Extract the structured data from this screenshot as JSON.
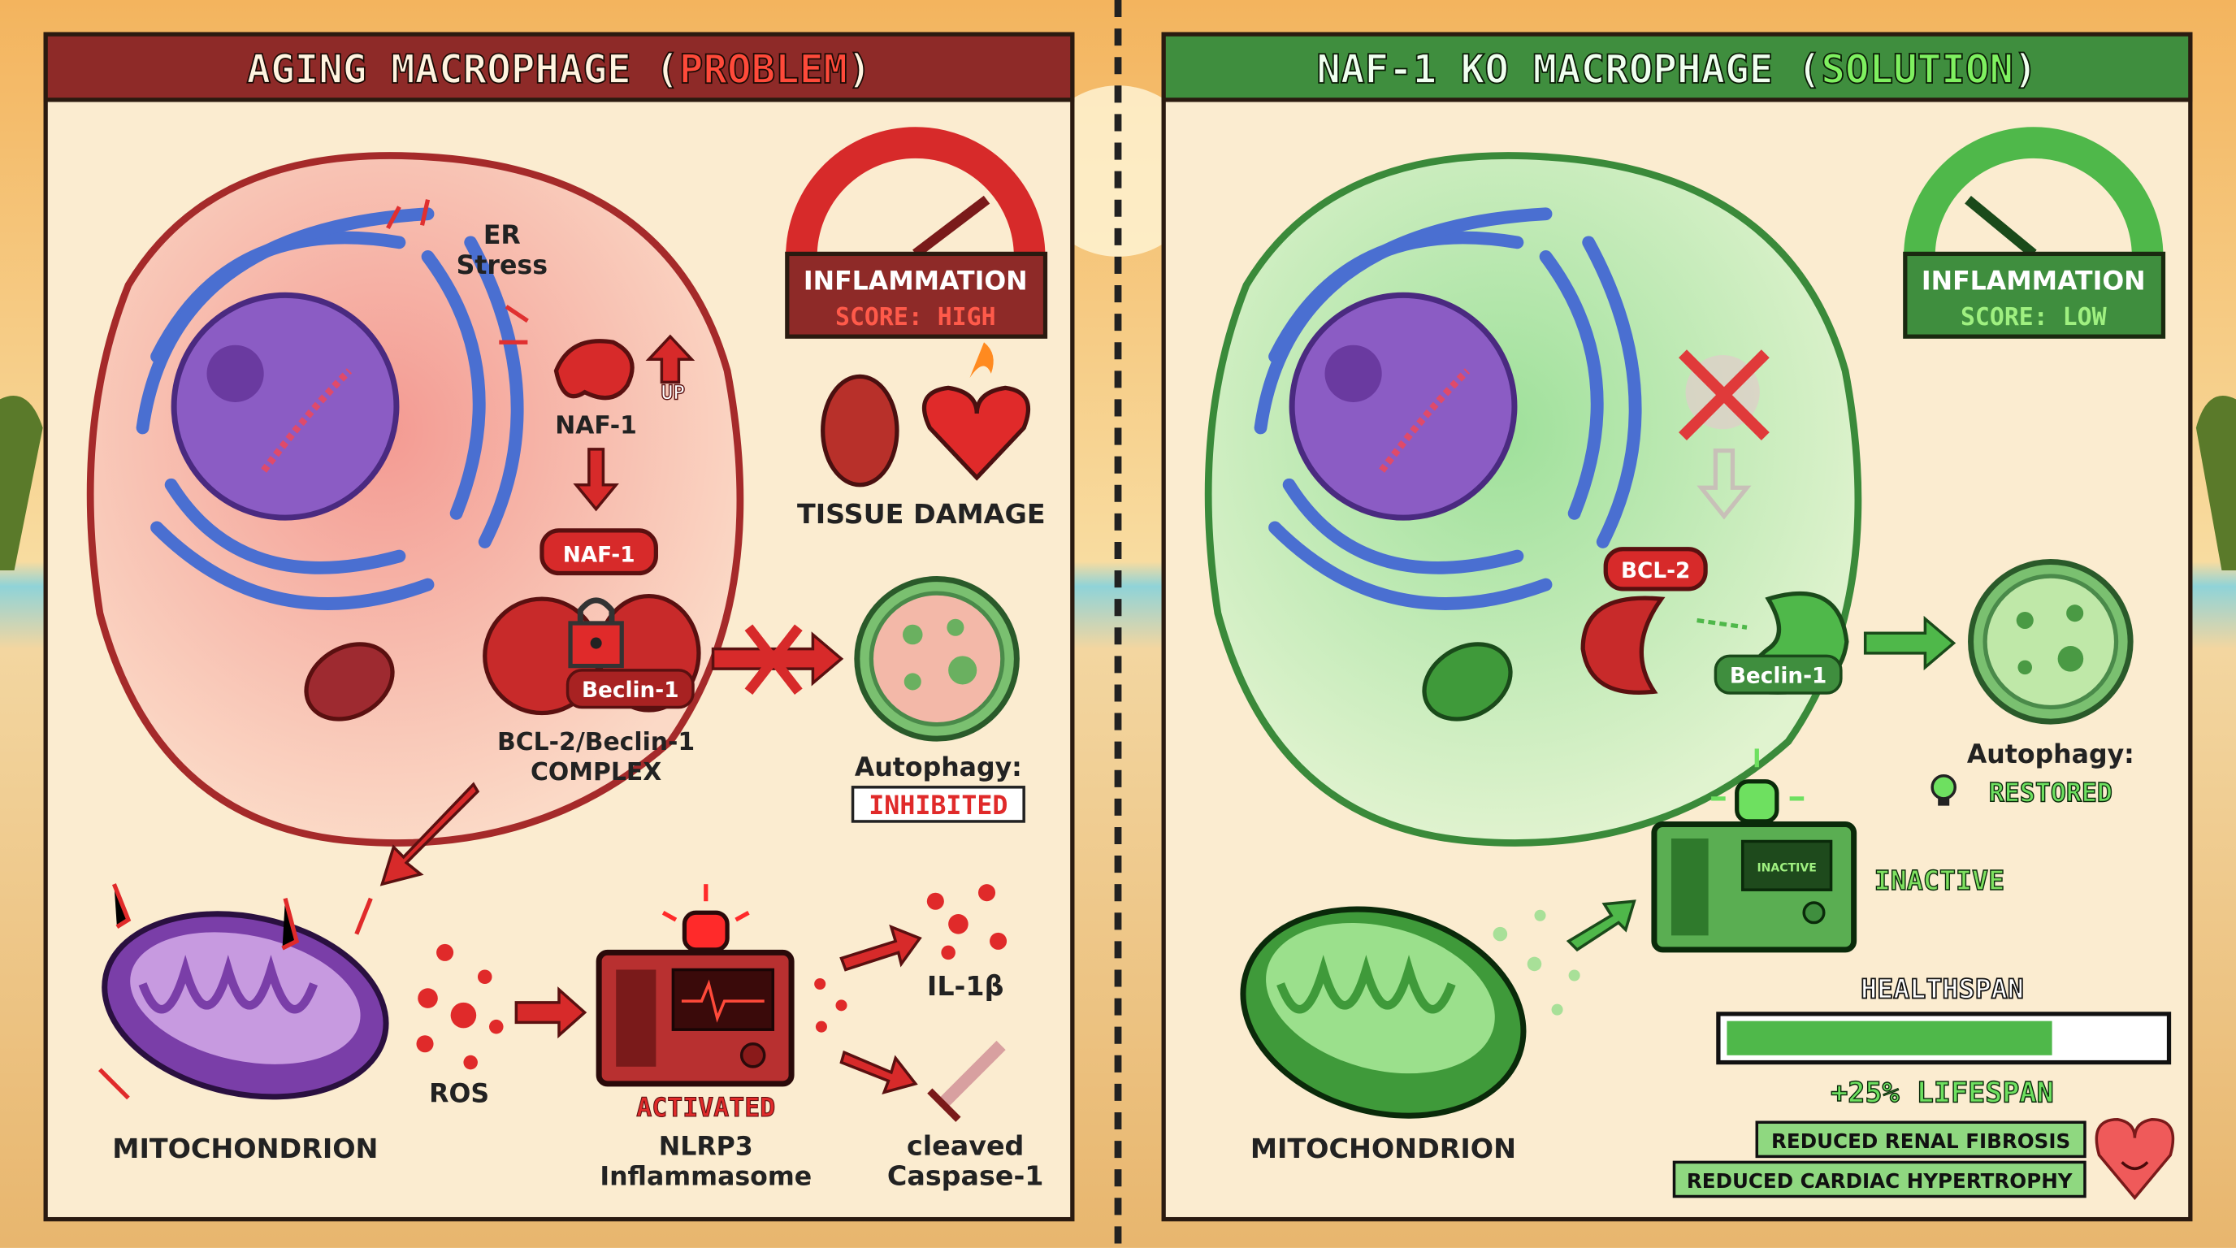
{
  "colors": {
    "problem_red": "#c8262a",
    "header_red": "#8e2a28",
    "solution_green": "#4fb84a",
    "header_green": "#3f8e3e",
    "panel_bg": "#fbecd0",
    "nucleus_purple": "#8b5cc4",
    "er_blue": "#4a6fd1"
  },
  "left": {
    "title_prefix": "AGING MACROPHAGE (",
    "title_highlight": "PROBLEM",
    "title_suffix": ")",
    "er_stress": [
      "ER",
      "Stress"
    ],
    "naf1_up": "UP",
    "naf1_label": "NAF-1",
    "complex_naf1_tag": "NAF-1",
    "complex_beclin_tag": "Beclin-1",
    "complex_label": [
      "BCL-2/Beclin-1",
      "COMPLEX"
    ],
    "gauge": {
      "line1": "INFLAMMATION",
      "line2": "SCORE: HIGH",
      "level": "high"
    },
    "tissue_damage": "TISSUE DAMAGE",
    "autophagy_label": "Autophagy:",
    "autophagy_status": "INHIBITED",
    "mito_label": "MITOCHONDRION",
    "ros_label": "ROS",
    "inflammasome_status": "ACTIVATED",
    "inflammasome_label": [
      "NLRP3",
      "Inflammasome"
    ],
    "il1b_label": "IL-1β",
    "caspase_label": [
      "cleaved",
      "Caspase-1"
    ]
  },
  "right": {
    "title_prefix": "NAF-1 KO MACROPHAGE (",
    "title_highlight": "SOLUTION",
    "title_suffix": ")",
    "gauge": {
      "line1": "INFLAMMATION",
      "line2": "SCORE: LOW",
      "level": "low"
    },
    "bcl2_tag": "BCL-2",
    "beclin_tag": "Beclin-1",
    "autophagy_label": "Autophagy:",
    "autophagy_status": "RESTORED",
    "inflammasome_screen": "INACTIVE",
    "inflammasome_status": "INACTIVE",
    "mito_label": "MITOCHONDRION",
    "healthspan_label": "HEALTHSPAN",
    "healthspan_fill_percent": 75,
    "lifespan_label": "+25% LIFESPAN",
    "benefits": [
      "REDUCED RENAL FIBROSIS",
      "REDUCED CARDIAC HYPERTROPHY"
    ]
  },
  "icons": [
    "dna-icon",
    "lock-icon",
    "kidney-icon",
    "broken-heart-icon",
    "siren-icon",
    "sword-icon",
    "lightbulb-icon",
    "smiling-heart-icon",
    "x-mark-icon",
    "palm-tree-icon"
  ]
}
